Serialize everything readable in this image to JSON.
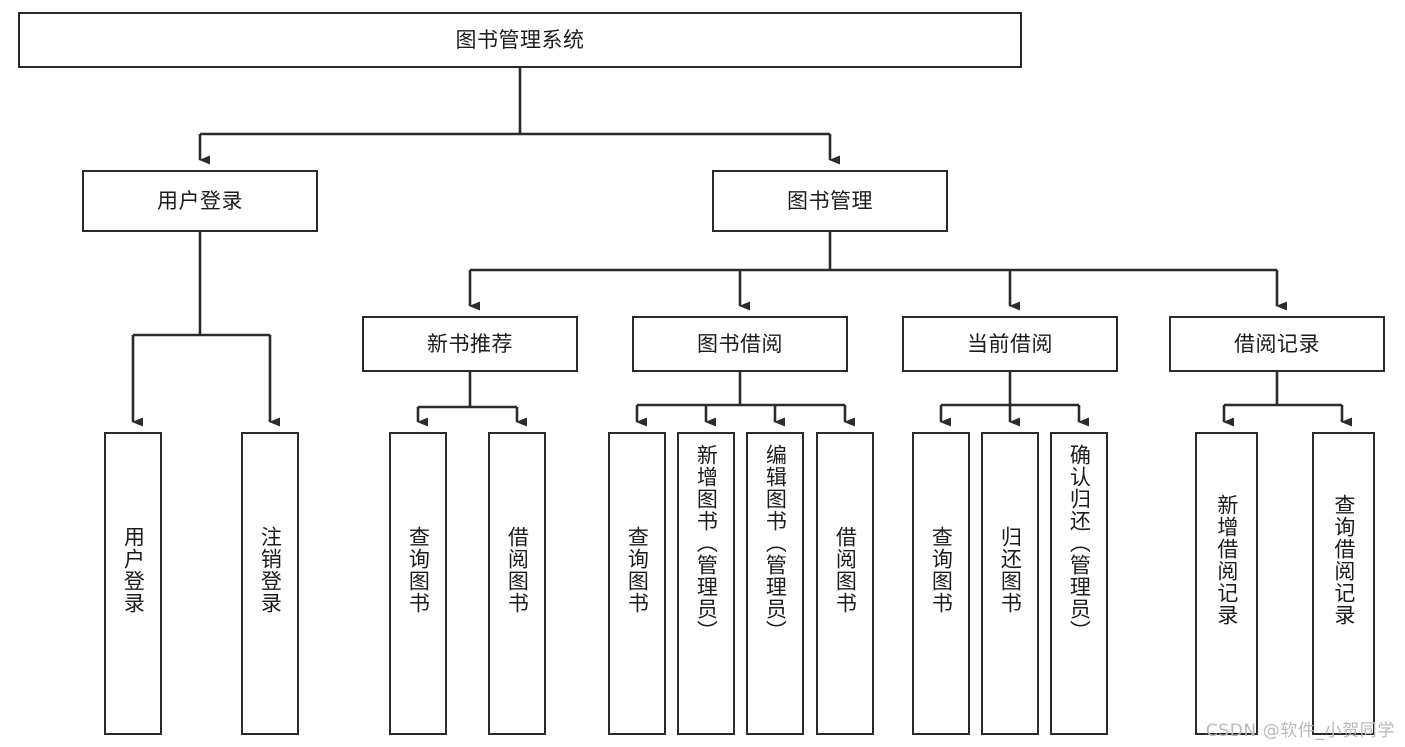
{
  "diagram": {
    "title": "图书管理系统",
    "type": "tree",
    "watermark": "CSDN @软件_小贺同学",
    "colors": {
      "box_border": "#2b2b2b",
      "box_fill": "#ffffff",
      "edge": "#2b2b2b",
      "text": "#1c1c1c",
      "watermark": "#b9b9b9"
    },
    "root": {
      "label": "图书管理系统"
    },
    "level2": [
      {
        "label": "用户登录"
      },
      {
        "label": "图书管理"
      }
    ],
    "level3": [
      {
        "label": "新书推荐"
      },
      {
        "label": "图书借阅"
      },
      {
        "label": "当前借阅"
      },
      {
        "label": "借阅记录"
      }
    ],
    "leaves": {
      "user_login": [
        {
          "label": "用户登录"
        },
        {
          "label": "注销登录"
        }
      ],
      "new_book": [
        {
          "label": "查询图书"
        },
        {
          "label": "借阅图书"
        }
      ],
      "borrow_book": [
        {
          "label": "查询图书"
        },
        {
          "label": "新增图书（管理员）"
        },
        {
          "label": "编辑图书（管理员）"
        },
        {
          "label": "借阅图书"
        }
      ],
      "current_borrow": [
        {
          "label": "查询图书"
        },
        {
          "label": "归还图书"
        },
        {
          "label": "确认归还（管理员）"
        }
      ],
      "borrow_record": [
        {
          "label": "新增借阅记录"
        },
        {
          "label": "查询借阅记录"
        }
      ]
    }
  }
}
